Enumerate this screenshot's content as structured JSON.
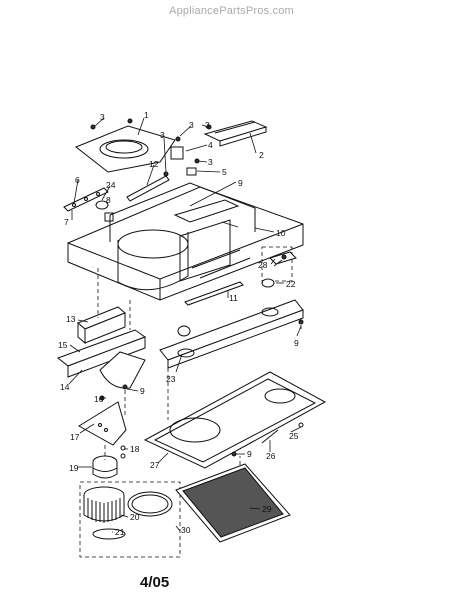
{
  "watermark": "AppliancePartsPros.com",
  "date_code": "4/05",
  "callouts": [
    {
      "id": "c1",
      "label": "1"
    },
    {
      "id": "c2",
      "label": "2"
    },
    {
      "id": "c3a",
      "label": "3"
    },
    {
      "id": "c3b",
      "label": "3"
    },
    {
      "id": "c3c",
      "label": "3"
    },
    {
      "id": "c3d",
      "label": "3"
    },
    {
      "id": "c3e",
      "label": "3"
    },
    {
      "id": "c4",
      "label": "4"
    },
    {
      "id": "c5",
      "label": "5"
    },
    {
      "id": "c6",
      "label": "6"
    },
    {
      "id": "c7",
      "label": "7"
    },
    {
      "id": "c8",
      "label": "8"
    },
    {
      "id": "c9a",
      "label": "9"
    },
    {
      "id": "c9b",
      "label": "9"
    },
    {
      "id": "c9c",
      "label": "9"
    },
    {
      "id": "c9d",
      "label": "9"
    },
    {
      "id": "c10",
      "label": "10"
    },
    {
      "id": "c11",
      "label": "11"
    },
    {
      "id": "c12",
      "label": "12"
    },
    {
      "id": "c13",
      "label": "13"
    },
    {
      "id": "c14",
      "label": "14"
    },
    {
      "id": "c15",
      "label": "15"
    },
    {
      "id": "c16",
      "label": "16"
    },
    {
      "id": "c17",
      "label": "17"
    },
    {
      "id": "c18",
      "label": "18"
    },
    {
      "id": "c19",
      "label": "19"
    },
    {
      "id": "c20",
      "label": "20"
    },
    {
      "id": "c21",
      "label": "21"
    },
    {
      "id": "c22",
      "label": "22"
    },
    {
      "id": "c23",
      "label": "23"
    },
    {
      "id": "c24",
      "label": "24"
    },
    {
      "id": "c25",
      "label": "25"
    },
    {
      "id": "c26",
      "label": "26"
    },
    {
      "id": "c27",
      "label": "27"
    },
    {
      "id": "c28",
      "label": "28"
    },
    {
      "id": "c29",
      "label": "29"
    },
    {
      "id": "c30",
      "label": "30"
    }
  ]
}
